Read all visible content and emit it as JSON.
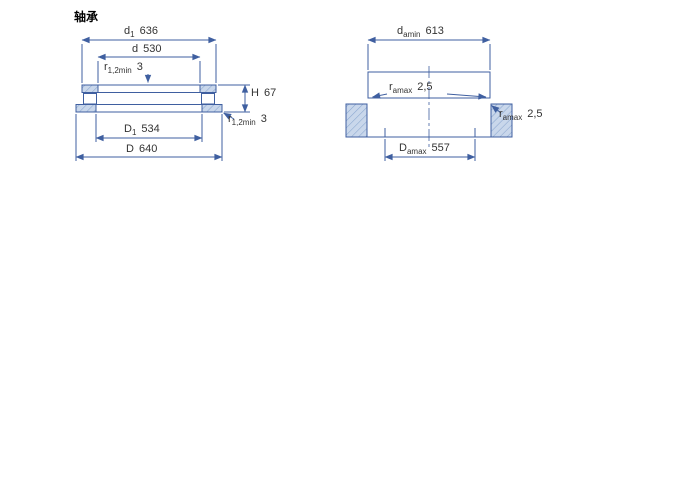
{
  "title": "轴承",
  "colors": {
    "line": "#3f5fa0",
    "hatch": "#c9d7eb",
    "hatch_line": "#8aa6cf",
    "text": "#333333"
  },
  "left_view": {
    "dims": {
      "d1": {
        "sym": "d",
        "sub": "1",
        "value": "636"
      },
      "d": {
        "sym": "d",
        "sub": "",
        "value": "530"
      },
      "r12_top": {
        "sym": "r",
        "sub": "1,2min",
        "value": "3"
      },
      "H": {
        "sym": "H",
        "sub": "",
        "value": "67"
      },
      "r12_bottom": {
        "sym": "r",
        "sub": "1,2min",
        "value": "3"
      },
      "D1": {
        "sym": "D",
        "sub": "1",
        "value": "534"
      },
      "D": {
        "sym": "D",
        "sub": "",
        "value": "640"
      }
    }
  },
  "right_view": {
    "dims": {
      "da": {
        "sym": "d",
        "sub": "amin",
        "value": "613"
      },
      "ra_inner": {
        "sym": "r",
        "sub": "amax",
        "value": "2,5"
      },
      "ra_side": {
        "sym": "r",
        "sub": "amax",
        "value": "2,5"
      },
      "Da": {
        "sym": "D",
        "sub": "amax",
        "value": "557"
      }
    }
  }
}
